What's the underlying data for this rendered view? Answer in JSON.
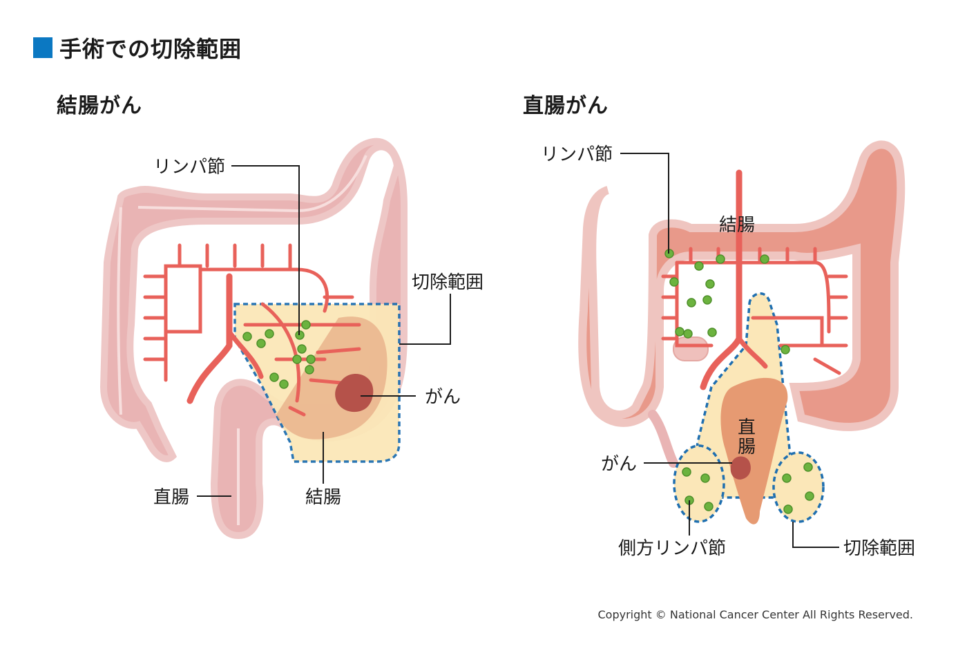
{
  "page": {
    "title": "手術での切除範囲",
    "copyright": "Copyright © National Cancer Center All Rights Reserved."
  },
  "colon_cancer": {
    "title": "結腸がん",
    "labels": {
      "lymph_node": "リンパ節",
      "resection_area": "切除範囲",
      "cancer": "がん",
      "rectum": "直腸",
      "colon": "結腸"
    }
  },
  "rectal_cancer": {
    "title": "直腸がん",
    "labels": {
      "lymph_node": "リンパ節",
      "colon": "結腸",
      "rectum_line1": "直",
      "rectum_line2": "腸",
      "cancer": "がん",
      "lateral_lymph_node": "側方リンパ節",
      "resection_area": "切除範囲"
    }
  },
  "colors": {
    "title_marker": "#0b78c2",
    "colon_left": "#e9b4b4",
    "colon_right": "#e8998a",
    "artery": "#e8615a",
    "resection_fill": "#fbe7b8",
    "resection_border": "#1f6fb0",
    "lymph_node": "#6cb33f",
    "tumor": "#b5524a"
  }
}
